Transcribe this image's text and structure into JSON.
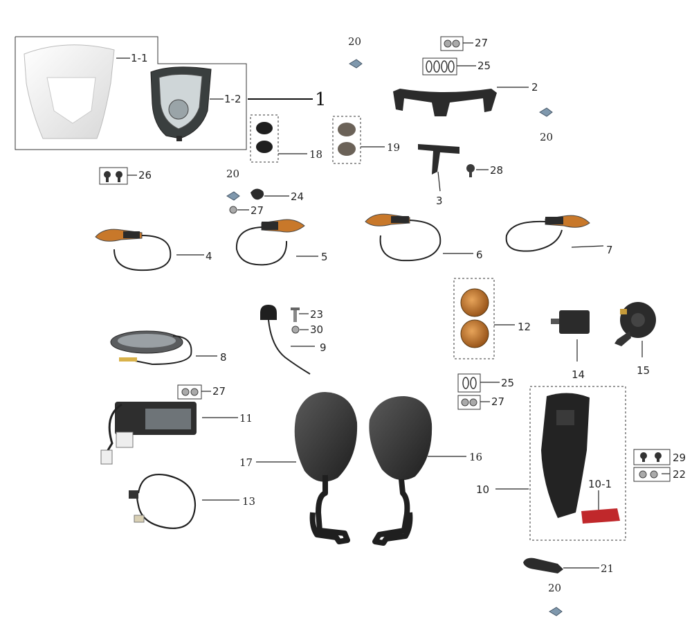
{
  "labels": {
    "p1": "1",
    "p1_1": "1-1",
    "p1_2": "1-2",
    "p2": "2",
    "p3": "3",
    "p4": "4",
    "p5": "5",
    "p6": "6",
    "p7": "7",
    "p8": "8",
    "p9": "9",
    "p10": "10",
    "p10_1": "10-1",
    "p11": "11",
    "p12": "12",
    "p13": "13",
    "p14": "14",
    "p15": "15",
    "p16": "16",
    "p17": "17",
    "p18": "18",
    "p19": "19",
    "p20a": "20",
    "p20b": "20",
    "p20c": "20",
    "p20d": "20",
    "p21": "21",
    "p22": "22",
    "p23": "23",
    "p24": "24",
    "p25a": "25",
    "p25b": "25",
    "p26": "26",
    "p27a": "27",
    "p27b": "27",
    "p27c": "27",
    "p27d": "27",
    "p28": "28",
    "p29": "29",
    "p30": "30"
  },
  "colors": {
    "background": "#ffffff",
    "part_dark": "#2b2b2b",
    "part_mirror": "#3a3a3a",
    "amber_lens": "#c8782a",
    "cowl_white": "#f4f4f4",
    "reflector_red": "#c0282b"
  }
}
